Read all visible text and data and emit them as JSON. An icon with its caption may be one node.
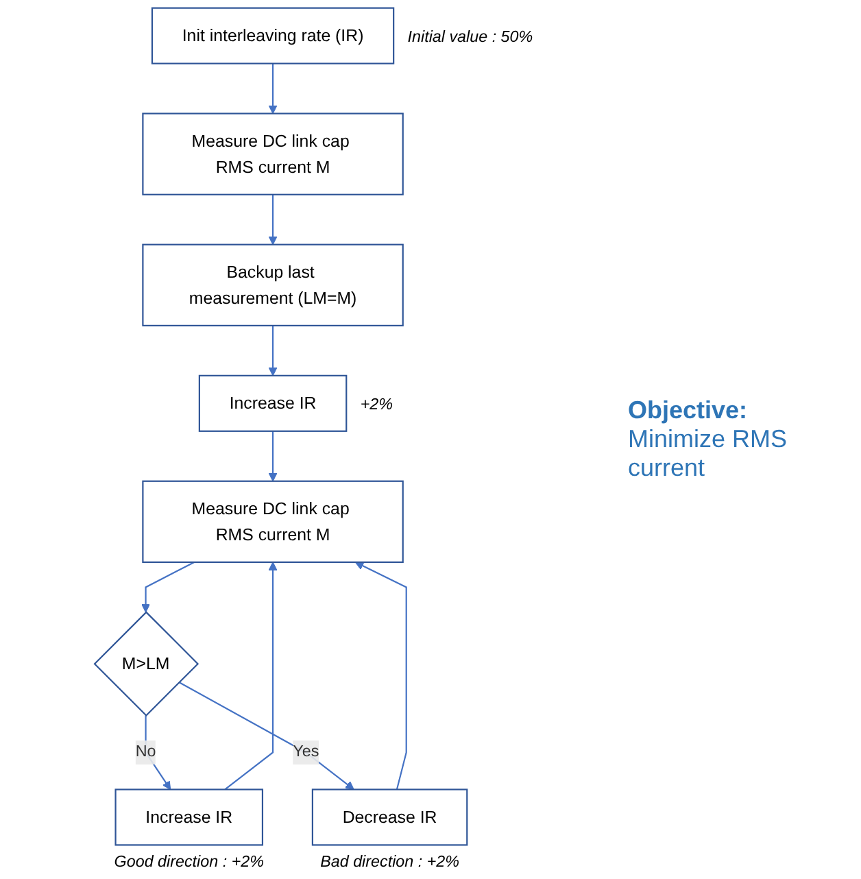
{
  "diagram": {
    "nodes": [
      {
        "text": [
          "Init interleaving rate (IR)"
        ],
        "beside": [
          "Initial value : 50%"
        ]
      },
      {
        "text": [
          "Measure DC link cap RMS current M"
        ]
      },
      {
        "text": [
          "Backup last measurement (LM=M)"
        ]
      },
      {
        "text": [
          "Increase IR"
        ],
        "beside": [
          "+2%"
        ]
      },
      {
        "text": [
          "Measure DC link cap RMS current M"
        ]
      },
      {
        "text": [
          "M>LM"
        ]
      },
      {
        "text": [
          "Increase IR"
        ],
        "beside": [
          "Good direction : +2%"
        ]
      },
      {
        "text": [
          "Decrease IR"
        ],
        "beside": [
          "Bad direction : +2%"
        ]
      }
    ],
    "edges": [
      {
        "from": 0,
        "to": 1,
        "arrow": "to"
      },
      {
        "from": 1,
        "to": 2,
        "arrow": "to"
      },
      {
        "from": 2,
        "to": 3,
        "arrow": "to"
      },
      {
        "from": 3,
        "to": 4,
        "arrow": "to"
      },
      {
        "from": 4,
        "to": 5,
        "arrow": "to"
      },
      {
        "from": 5,
        "to": 6,
        "label": "No",
        "arrow": "to"
      },
      {
        "from": 5,
        "to": 7,
        "label": "Yes",
        "arrow": "to"
      },
      {
        "from": 6,
        "to": 4,
        "arrow": "to"
      },
      {
        "from": 7,
        "to": 4,
        "arrow": "to"
      }
    ],
    "labels": [
      "Objective:",
      "Minimize RMS current"
    ]
  }
}
